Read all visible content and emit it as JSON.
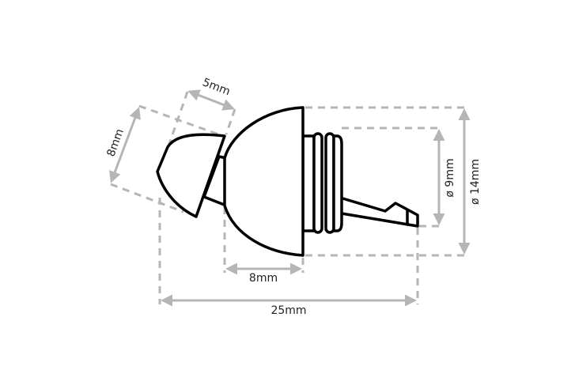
{
  "dimensions": {
    "cap_height": "8mm",
    "cap_length": "5mm",
    "dome_length": "8mm",
    "total_length": "25mm",
    "inner_diameter": "ø 9mm",
    "outer_diameter": "ø 14mm"
  },
  "colors": {
    "outline": "#000000",
    "dimension": "#b5b5b5"
  }
}
